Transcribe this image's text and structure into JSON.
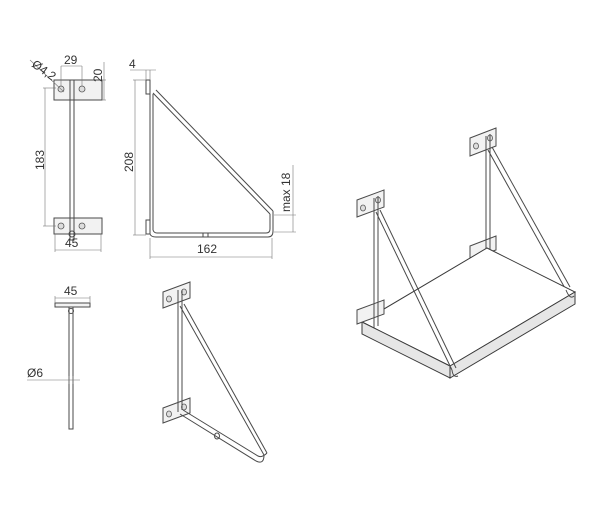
{
  "dimensions": {
    "hole_diameter": "Ø4,2",
    "hole_spacing": "29",
    "plate_height": "20",
    "hole_to_hole_vertical": "183",
    "plate_width_front": "45",
    "thickness": "4",
    "height": "208",
    "depth": "162",
    "max_shelf": "max 18",
    "plate_width_top": "45",
    "rod_diameter": "Ø6"
  }
}
